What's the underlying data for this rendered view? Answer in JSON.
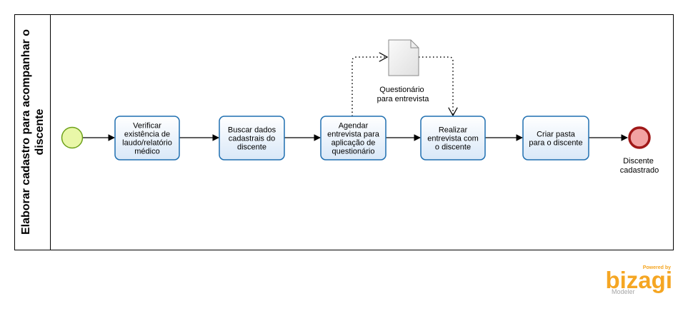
{
  "pool": {
    "lane_title_line1": "Elaborar cadastro para acompanhar o",
    "lane_title_line2": "discente"
  },
  "tasks": [
    {
      "lines": [
        "Verificar",
        "existência de",
        "laudo/relatório",
        "médico"
      ]
    },
    {
      "lines": [
        "Buscar dados",
        "cadastrais do",
        "discente"
      ]
    },
    {
      "lines": [
        "Agendar",
        "entrevista para",
        "aplicação de",
        "questionário"
      ]
    },
    {
      "lines": [
        "Realizar",
        "entrevista com",
        "o discente"
      ]
    },
    {
      "lines": [
        "Criar pasta",
        "para o discente"
      ]
    }
  ],
  "data_object": {
    "label_line1": "Questionário",
    "label_line2": "para entrevista"
  },
  "end_event": {
    "label_line1": "Discente",
    "label_line2": "cadastrado"
  },
  "branding": {
    "powered": "Powered by",
    "name": "bizagi",
    "product": "Modeler"
  },
  "colors": {
    "task_fill": "#e8f1fb",
    "task_stroke": "#1f6fb0",
    "start_fill": "#e9f7a8",
    "start_stroke": "#6ea21a",
    "end_fill": "#f2a3a3",
    "end_stroke": "#a01818",
    "brand_orange": "#f5a623",
    "brand_gray": "#a6a6a6"
  }
}
